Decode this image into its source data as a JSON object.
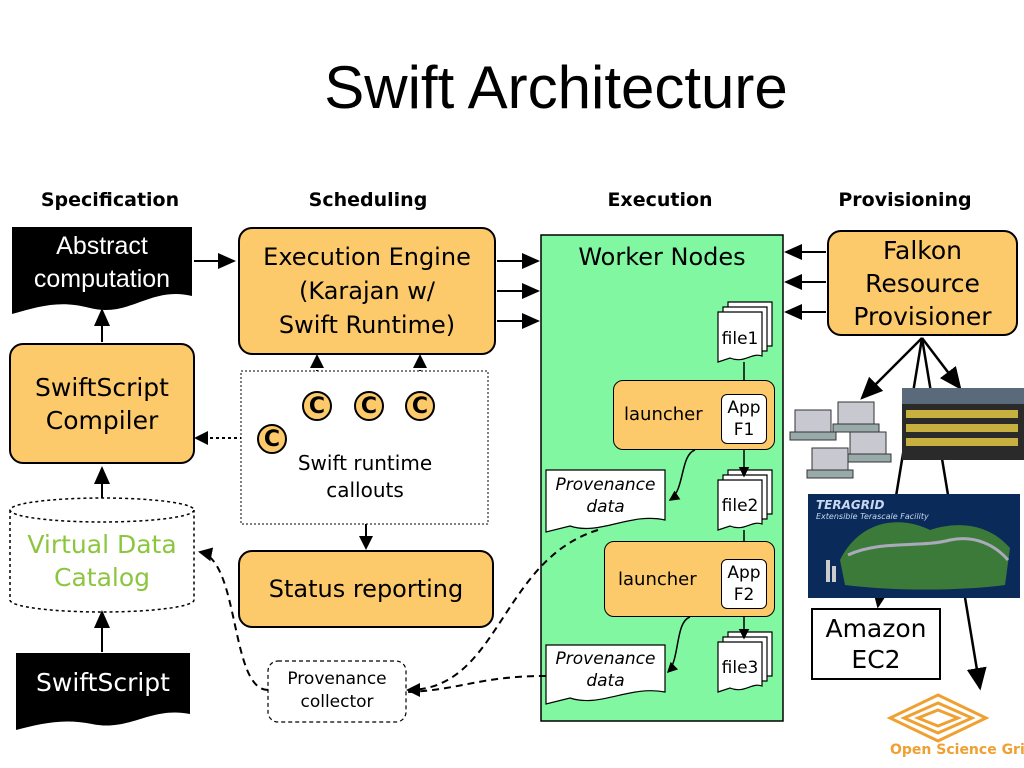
{
  "title": "Swift Architecture",
  "columns": {
    "specification": "Specification",
    "scheduling": "Scheduling",
    "execution": "Execution",
    "provisioning": "Provisioning"
  },
  "abstract_computation": {
    "line1": "Abstract",
    "line2": "computation"
  },
  "compiler": {
    "line1": "SwiftScript",
    "line2": "Compiler"
  },
  "catalog": {
    "line1": "Virtual Data",
    "line2": "Catalog"
  },
  "swiftscript": "SwiftScript",
  "engine": {
    "line1": "Execution Engine",
    "line2": "(Karajan w/",
    "line3": "Swift Runtime)"
  },
  "callouts": {
    "badge": "C",
    "line1": "Swift runtime",
    "line2": "callouts"
  },
  "status": "Status reporting",
  "prov_collector": {
    "line1": "Provenance",
    "line2": "collector"
  },
  "workers": {
    "title": "Worker Nodes",
    "file1": "file1",
    "file2": "file2",
    "file3": "file3",
    "launcher": "launcher",
    "app1": {
      "line1": "App",
      "line2": "F1"
    },
    "app2": {
      "line1": "App",
      "line2": "F2"
    },
    "provenance": {
      "line1": "Provenance",
      "line2": "data"
    }
  },
  "falkon": {
    "line1": "Falkon",
    "line2": "Resource",
    "line3": "Provisioner"
  },
  "amazon": {
    "line1": "Amazon",
    "line2": "EC2"
  },
  "osg": "Open Science Grid",
  "teragrid": "TERAGRID",
  "teragrid_sub": "Extensible Terascale Facility",
  "colors": {
    "box": "#fcc96b",
    "workers": "#80f7a0",
    "catalog_text": "#8cc63f",
    "osg": "#f0a030"
  }
}
